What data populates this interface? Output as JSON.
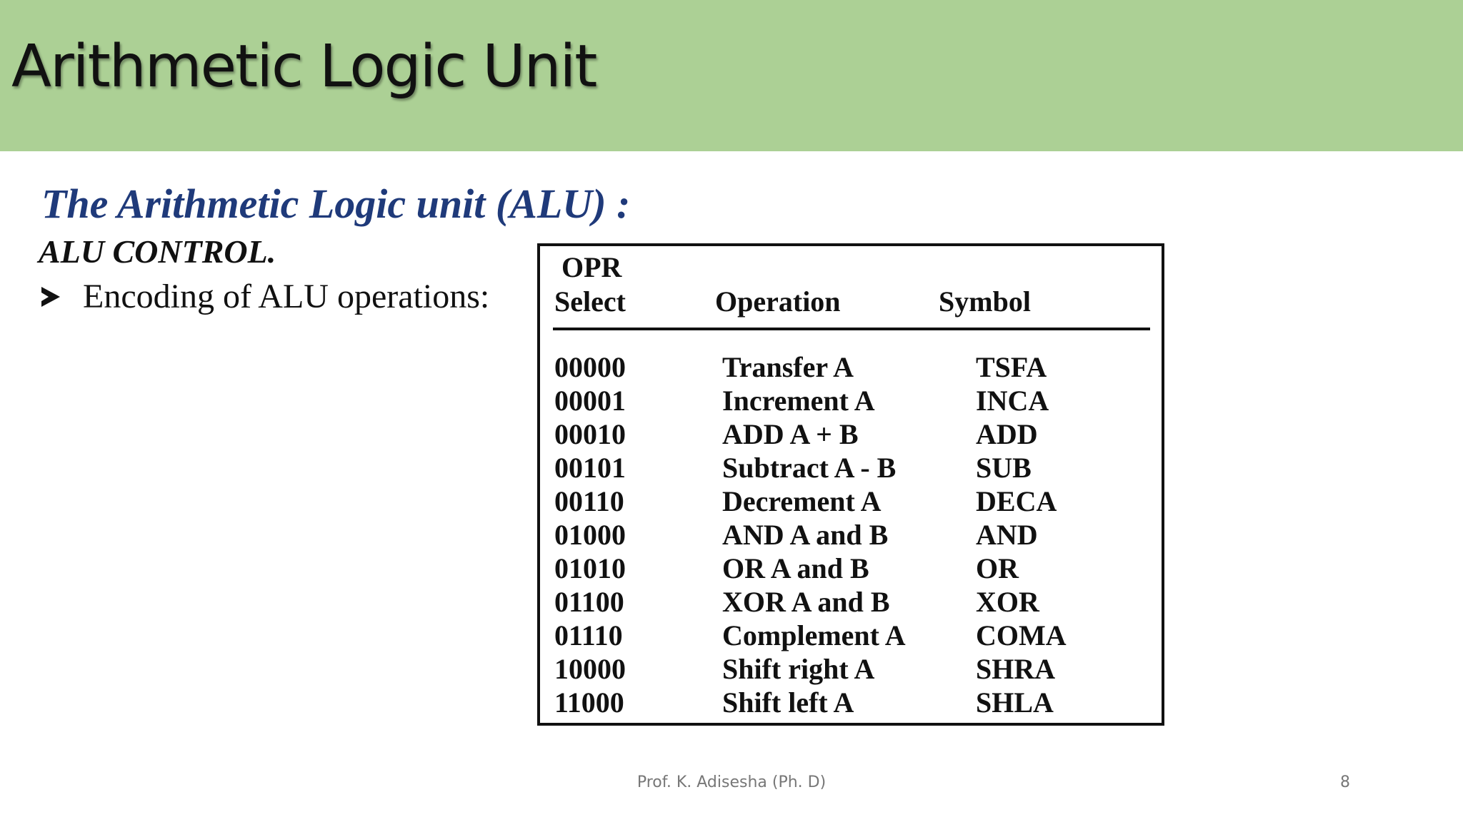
{
  "slide": {
    "title": "Arithmetic Logic Unit",
    "subheading": "The Arithmetic Logic unit (ALU) :",
    "control_heading": "ALU  CONTROL.",
    "bullet_text": "Encoding of ALU operations:",
    "bullet_icon": "arrow-bullet-icon",
    "colors": {
      "title_bar": "#acd095",
      "subheading": "#1f3a7a"
    }
  },
  "table": {
    "headers": {
      "opr": "OPR",
      "select": "Select",
      "operation": "Operation",
      "symbol": "Symbol"
    },
    "rows": [
      {
        "code": "00000",
        "operation": "Transfer A",
        "symbol": "TSFA"
      },
      {
        "code": "00001",
        "operation": "Increment A",
        "symbol": "INCA"
      },
      {
        "code": "00010",
        "operation": "ADD A + B",
        "symbol": "ADD"
      },
      {
        "code": "00101",
        "operation": "Subtract A - B",
        "symbol": "SUB"
      },
      {
        "code": "00110",
        "operation": "Decrement A",
        "symbol": "DECA"
      },
      {
        "code": "01000",
        "operation": "AND A and B",
        "symbol": "AND"
      },
      {
        "code": "01010",
        "operation": "OR A and B",
        "symbol": "OR"
      },
      {
        "code": "01100",
        "operation": "XOR A and B",
        "symbol": "XOR"
      },
      {
        "code": "01110",
        "operation": "Complement A",
        "symbol": "COMA"
      },
      {
        "code": "10000",
        "operation": "Shift right A",
        "symbol": "SHRA"
      },
      {
        "code": "11000",
        "operation": "Shift left A",
        "symbol": "SHLA"
      }
    ]
  },
  "footer": {
    "author": "Prof. K. Adisesha (Ph. D)",
    "page_number": "8"
  }
}
